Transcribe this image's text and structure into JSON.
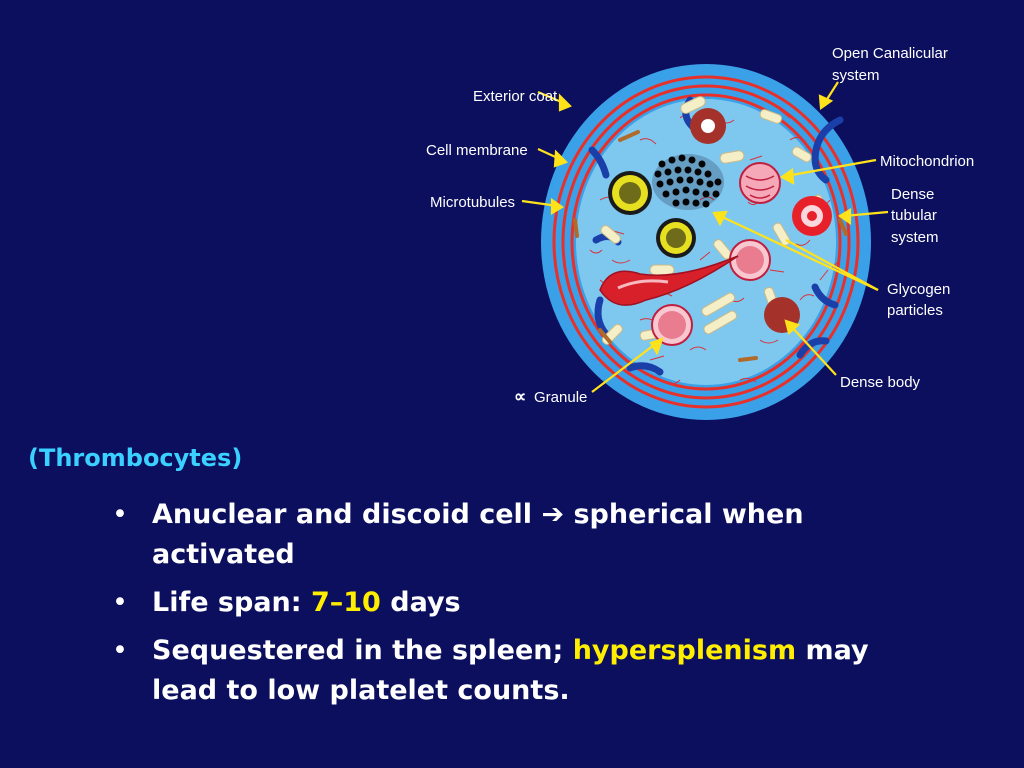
{
  "diagram": {
    "labels": {
      "open_canalicular_1": "Open Canalicular",
      "open_canalicular_2": "system",
      "exterior_coat": "Exterior coat",
      "cell_membrane": "Cell membrane",
      "microtubules": "Microtubules",
      "mitochondrion": "Mitochondrion",
      "dense_tubular_1": "Dense",
      "dense_tubular_2": "tubular",
      "dense_tubular_3": "system",
      "glycogen_1": "Glycogen",
      "glycogen_2": "particles",
      "dense_body": "Dense body",
      "alpha_symbol": "∝",
      "granule": "Granule"
    },
    "colors": {
      "background": "#0b0f5e",
      "cytoplasm": "#7ec8f0",
      "outer_rim": "#3aa0e8",
      "membrane_red": "#e8302a",
      "label_text": "#ffffff",
      "pointer_yellow": "#ffe21a"
    }
  },
  "text": {
    "subtitle": "(Thrombocytes)",
    "bullet_glyph": "•",
    "arrow_glyph": "➔",
    "bullets": [
      {
        "part1": "Anuclear and discoid cell ",
        "part2": " spherical when activated"
      },
      {
        "part1": "Life span: ",
        "highlight": "7–10",
        "part2": " days"
      },
      {
        "part1": "Sequestered in the spleen; ",
        "highlight": "hypersplenism",
        "part2": " may lead to low platelet counts."
      }
    ]
  }
}
